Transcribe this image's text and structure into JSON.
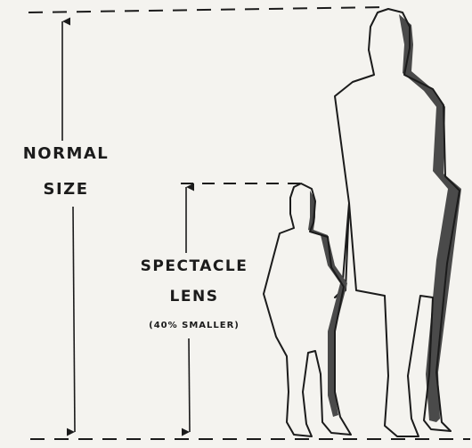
{
  "labels": {
    "normal_line1": "NORMAL",
    "normal_line2": "SIZE",
    "spectacle_line1": "SPECTACLE",
    "spectacle_line2": "LENS",
    "spectacle_note": "(40% SMALLER)"
  },
  "figures": {
    "size_reduction_percent": 40
  },
  "colors": {
    "background": "#f4f3ef",
    "ink": "#1b1b1b",
    "shadow": "#4a4a4a"
  }
}
